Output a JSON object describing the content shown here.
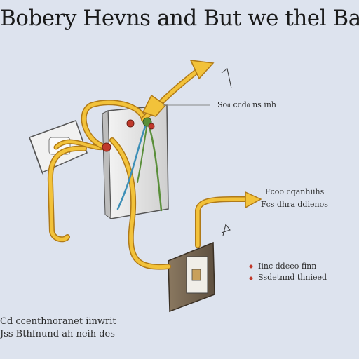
{
  "title": "Bobery Hevns and But we thel Baslee",
  "labels": {
    "top_callout": "So𝔞 ccd𝔞 ns inh",
    "mid_callout_line1": "Fcoo cqanhiihs",
    "mid_callout_line2": "Fcs dhra ddienos",
    "low_callout_line1": "Iinc ddeeo finn",
    "low_callout_line2": "Ssdetnnd thnieed",
    "bottom_line1": "Cd ccenthnoranet iinwrit",
    "bottom_line2": "Jss Bthfnund ah neih des"
  },
  "colors": {
    "wire_yellow": "#f2c23a",
    "wire_outline": "#b07a18",
    "wire_blue": "#3d8fb7",
    "wire_green": "#5a8f3a",
    "wire_red": "#c0392b",
    "panel_fill": "#e4e4e4",
    "box_fill": "#7a6a55",
    "background": "#dde3ee"
  }
}
